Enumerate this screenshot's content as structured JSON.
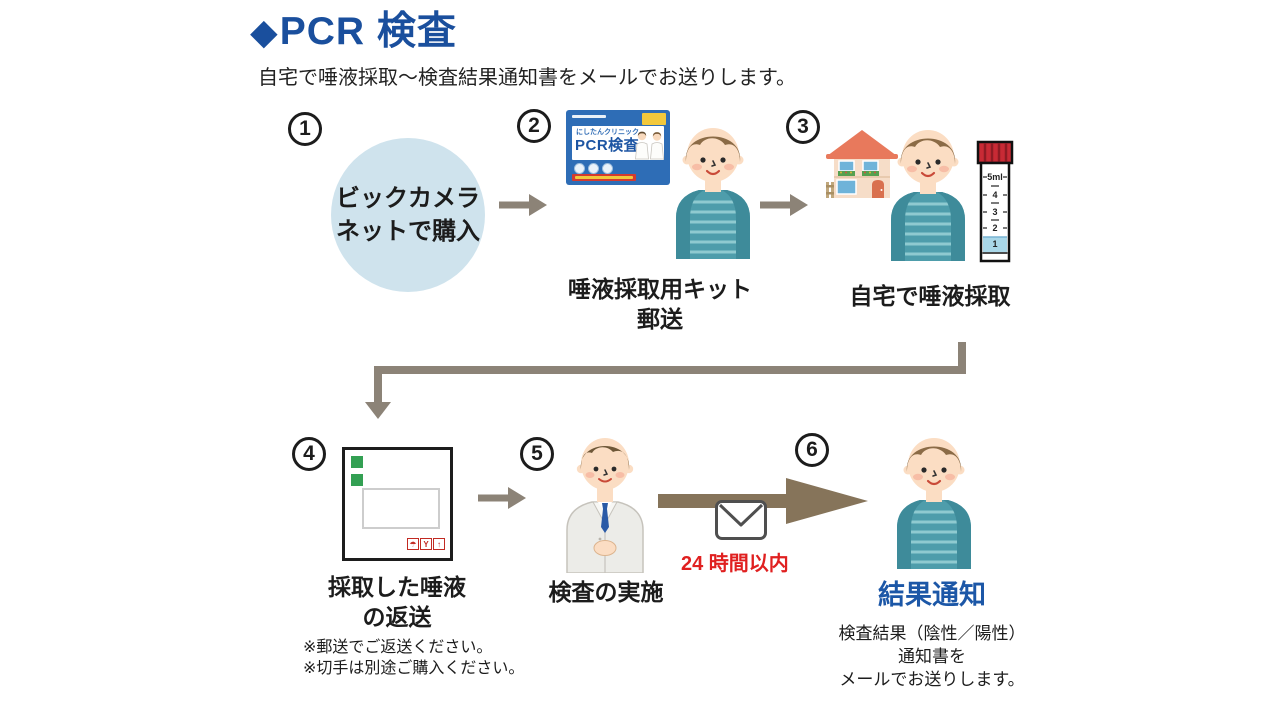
{
  "header": {
    "title": "PCR 検査",
    "subtitle": "自宅で唾液採取～検査結果通知書をメールでお送りします。"
  },
  "steps": {
    "step1": {
      "num": "1",
      "bubble_line1": "ビックカメラ",
      "bubble_line2": "ネットで購入"
    },
    "step2": {
      "num": "2",
      "caption_line1": "唾液採取用キット",
      "caption_line2": "郵送"
    },
    "step3": {
      "num": "3",
      "caption": "自宅で唾液採取"
    },
    "step4": {
      "num": "4",
      "caption_line1": "採取した唾液",
      "caption_line2": "の返送",
      "note1": "※郵送でご返送ください。",
      "note2": "※切手は別途ご購入ください。"
    },
    "step5": {
      "num": "5",
      "caption": "検査の実施"
    },
    "step6": {
      "num": "6",
      "deadline": "24 時間以内",
      "caption": "結果通知",
      "desc_line1": "検査結果（陰性／陽性）",
      "desc_line2": "通知書を",
      "desc_line3": "メールでお送りします。"
    }
  },
  "kit_box": {
    "brand": "にしたんクリニック",
    "product": "PCR検査"
  },
  "test_tube": {
    "labels": [
      "5ml",
      "4",
      "3",
      "2",
      "1"
    ]
  },
  "stamp_icons": [
    "☂",
    "Y",
    "↑"
  ],
  "colors": {
    "title_blue": "#1a4f9d",
    "result_blue": "#1c57a7",
    "deadline_red": "#e02020",
    "bubble_blue": "#cfe3ed",
    "arrow_gray": "#8c8377",
    "big_arrow_brown": "#86745a",
    "kit_blue": "#2e6db6"
  }
}
